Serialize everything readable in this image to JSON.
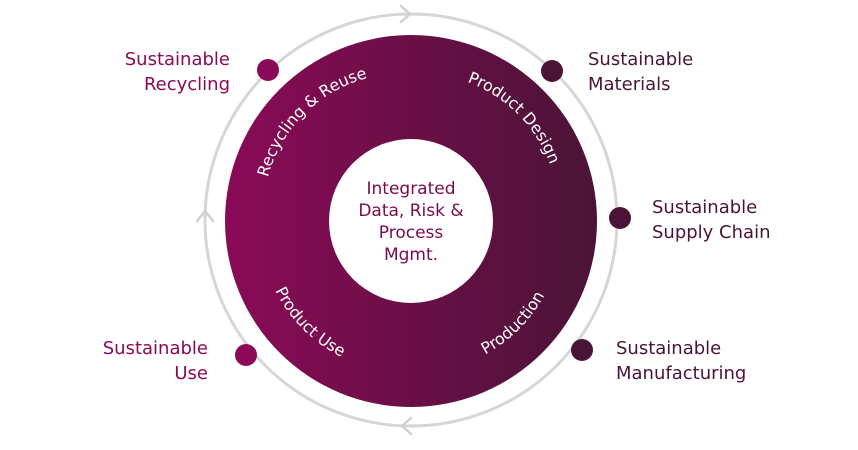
{
  "colors": {
    "ring_start": "#8a0a57",
    "ring_end": "#4a1436",
    "cycle_track": "#d6d6d6",
    "center_fill": "#ffffff",
    "label_magenta": "#8a0a57",
    "label_dark": "#4a1436"
  },
  "center": {
    "lines": [
      "Integrated",
      "Data, Risk &",
      "Process",
      "Mgmt."
    ]
  },
  "segments": [
    {
      "id": "recycling-reuse",
      "label": "Recycling & Reuse"
    },
    {
      "id": "product-design",
      "label": "Product Design"
    },
    {
      "id": "production",
      "label": "Production"
    },
    {
      "id": "product-use",
      "label": "Product Use"
    }
  ],
  "outer_labels": [
    {
      "id": "sustainable-recycling",
      "lines": [
        "Sustainable",
        "Recycling"
      ],
      "color": "#8a0a57"
    },
    {
      "id": "sustainable-materials",
      "lines": [
        "Sustainable",
        "Materials"
      ],
      "color": "#4a1436"
    },
    {
      "id": "sustainable-supply-chain",
      "lines": [
        "Sustainable",
        "Supply Chain"
      ],
      "color": "#4a1436"
    },
    {
      "id": "sustainable-manufacturing",
      "lines": [
        "Sustainable",
        "Manufacturing"
      ],
      "color": "#4a1436"
    },
    {
      "id": "sustainable-use",
      "lines": [
        "Sustainable",
        "Use"
      ],
      "color": "#8a0a57"
    }
  ],
  "arrow_icons": [
    "chevron-right-icon",
    "chevron-up-icon",
    "chevron-left-icon"
  ]
}
